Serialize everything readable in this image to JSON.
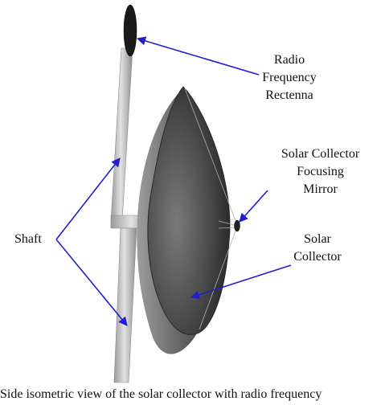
{
  "labels": {
    "rectenna": [
      "Radio",
      "Frequency",
      "Rectenna"
    ],
    "focusing_mirror": [
      "Solar Collector",
      "Focusing",
      "Mirror"
    ],
    "collector": [
      "Solar",
      "Collector"
    ],
    "shaft": "Shaft"
  },
  "caption": "Side isometric view of the solar collector with radio frequency",
  "colors": {
    "arrow": "#1f1fd0",
    "shaft": "#b9b9b9",
    "dish_inner": "#3a3a3a",
    "dish_outer": "#6e6e6e"
  }
}
